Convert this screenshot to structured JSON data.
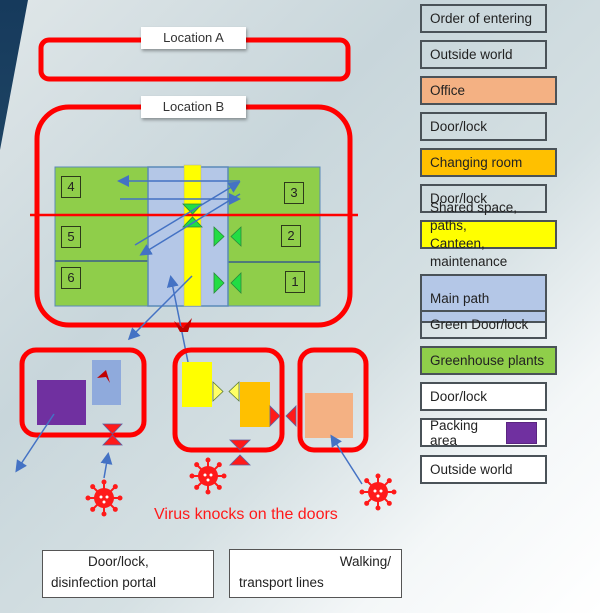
{
  "locations": {
    "a": {
      "label": "Location A"
    },
    "b": {
      "label": "Location B"
    }
  },
  "greenhouse": {
    "sections": [
      {
        "number": "4"
      },
      {
        "number": "5"
      },
      {
        "number": "6"
      },
      {
        "number": "3"
      },
      {
        "number": "2"
      },
      {
        "number": "1"
      }
    ]
  },
  "caption": "Virus knocks on the doors",
  "key": {
    "door": "Door/lock,",
    "door_line2": "disinfection portal",
    "walk": "Walking/",
    "walk_line2": "transport  lines"
  },
  "legend": {
    "title": "Order of entering",
    "items": [
      {
        "label": "Outside world",
        "color": "transparent"
      },
      {
        "label": "Office",
        "color": "#f4b183"
      },
      {
        "label": "Door/lock",
        "color": "transparent"
      },
      {
        "label": "Changing room",
        "color": "#ffc000"
      },
      {
        "label": "Door/lock",
        "color": "transparent"
      },
      {
        "label": "Shared space, paths,",
        "label2": "Canteen, maintenance",
        "color": "#ffff00"
      },
      {
        "label": "Main path",
        "color": "#b4c7e7"
      },
      {
        "label": "Green Door/lock",
        "color": "transparent"
      },
      {
        "label": "Greenhouse plants",
        "color": "#8fce4a"
      },
      {
        "label": "Door/lock",
        "color": "#ffffff"
      },
      {
        "label": "Packing area",
        "color": "#ffffff",
        "swatch": "#7030a0"
      },
      {
        "label": "Outside world",
        "color": "#ffffff"
      }
    ]
  },
  "colors": {
    "boundary": "#ff0000",
    "arrow": "#4472c4",
    "greenhouse": "#8fce4a",
    "main_path": "#b4c7e7",
    "shared": "#ffff00",
    "changing": "#ffc000",
    "office": "#f4b183",
    "packing": "#7030a0",
    "green_door": "#22dd44"
  }
}
